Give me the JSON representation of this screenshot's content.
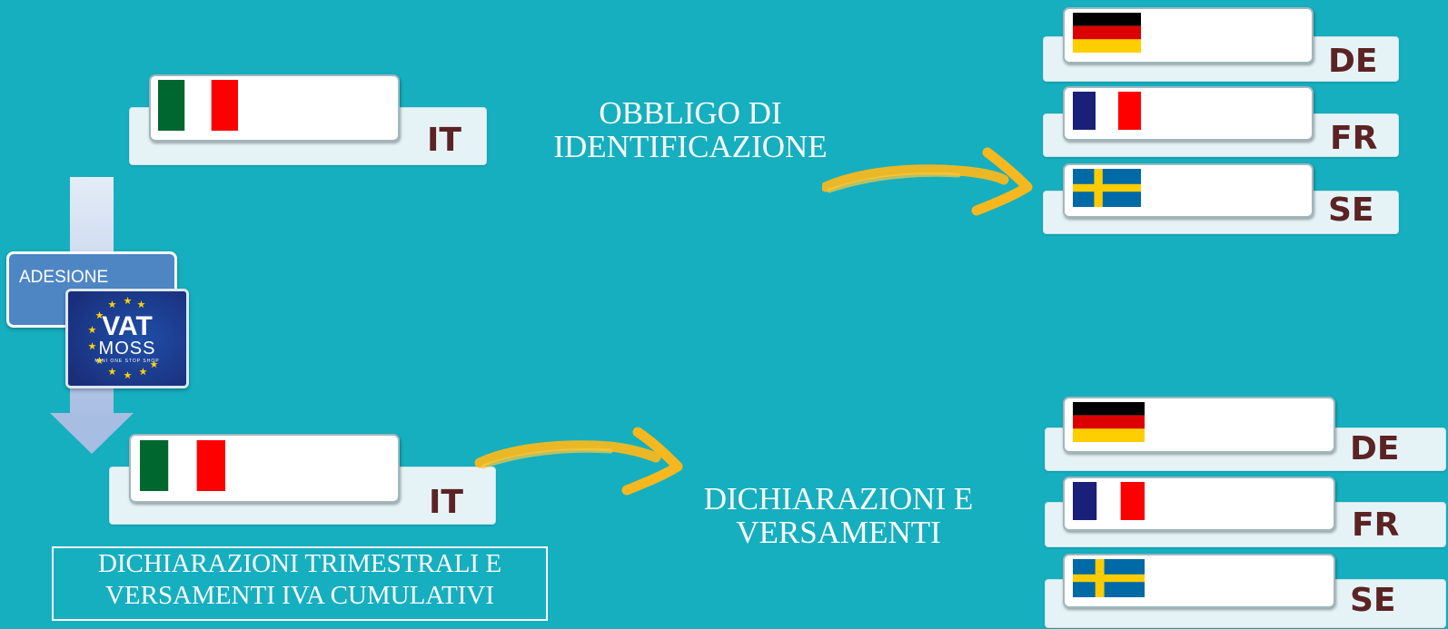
{
  "colors": {
    "background": "#16AFBF",
    "code_text": "#5B2323",
    "arrow": "#F6B81E",
    "adesione_box": "#4E86C4"
  },
  "home_top": {
    "code": "IT",
    "flag": "italy-flag"
  },
  "home_bottom": {
    "code": "IT",
    "flag": "italy-flag"
  },
  "targets_top": [
    {
      "code": "DE",
      "flag": "germany-flag"
    },
    {
      "code": "FR",
      "flag": "france-flag"
    },
    {
      "code": "SE",
      "flag": "sweden-flag"
    }
  ],
  "targets_bottom": [
    {
      "code": "DE",
      "flag": "germany-flag"
    },
    {
      "code": "FR",
      "flag": "france-flag"
    },
    {
      "code": "SE",
      "flag": "sweden-flag"
    }
  ],
  "captions": {
    "obbligo_line1": "OBBLIGO DI",
    "obbligo_line2": "IDENTIFICAZIONE",
    "dichiarazioni_line1": "DICHIARAZIONI E",
    "dichiarazioni_line2": "VERSAMENTI"
  },
  "adesione_label": "ADESIONE",
  "vat_logo": {
    "line1": "VAT",
    "line2": "MOSS",
    "line3": "MINI ONE STOP SHOP"
  },
  "note": {
    "line1": "DICHIARAZIONI TRIMESTRALI E",
    "line2": "VERSAMENTI IVA CUMULATIVI"
  }
}
